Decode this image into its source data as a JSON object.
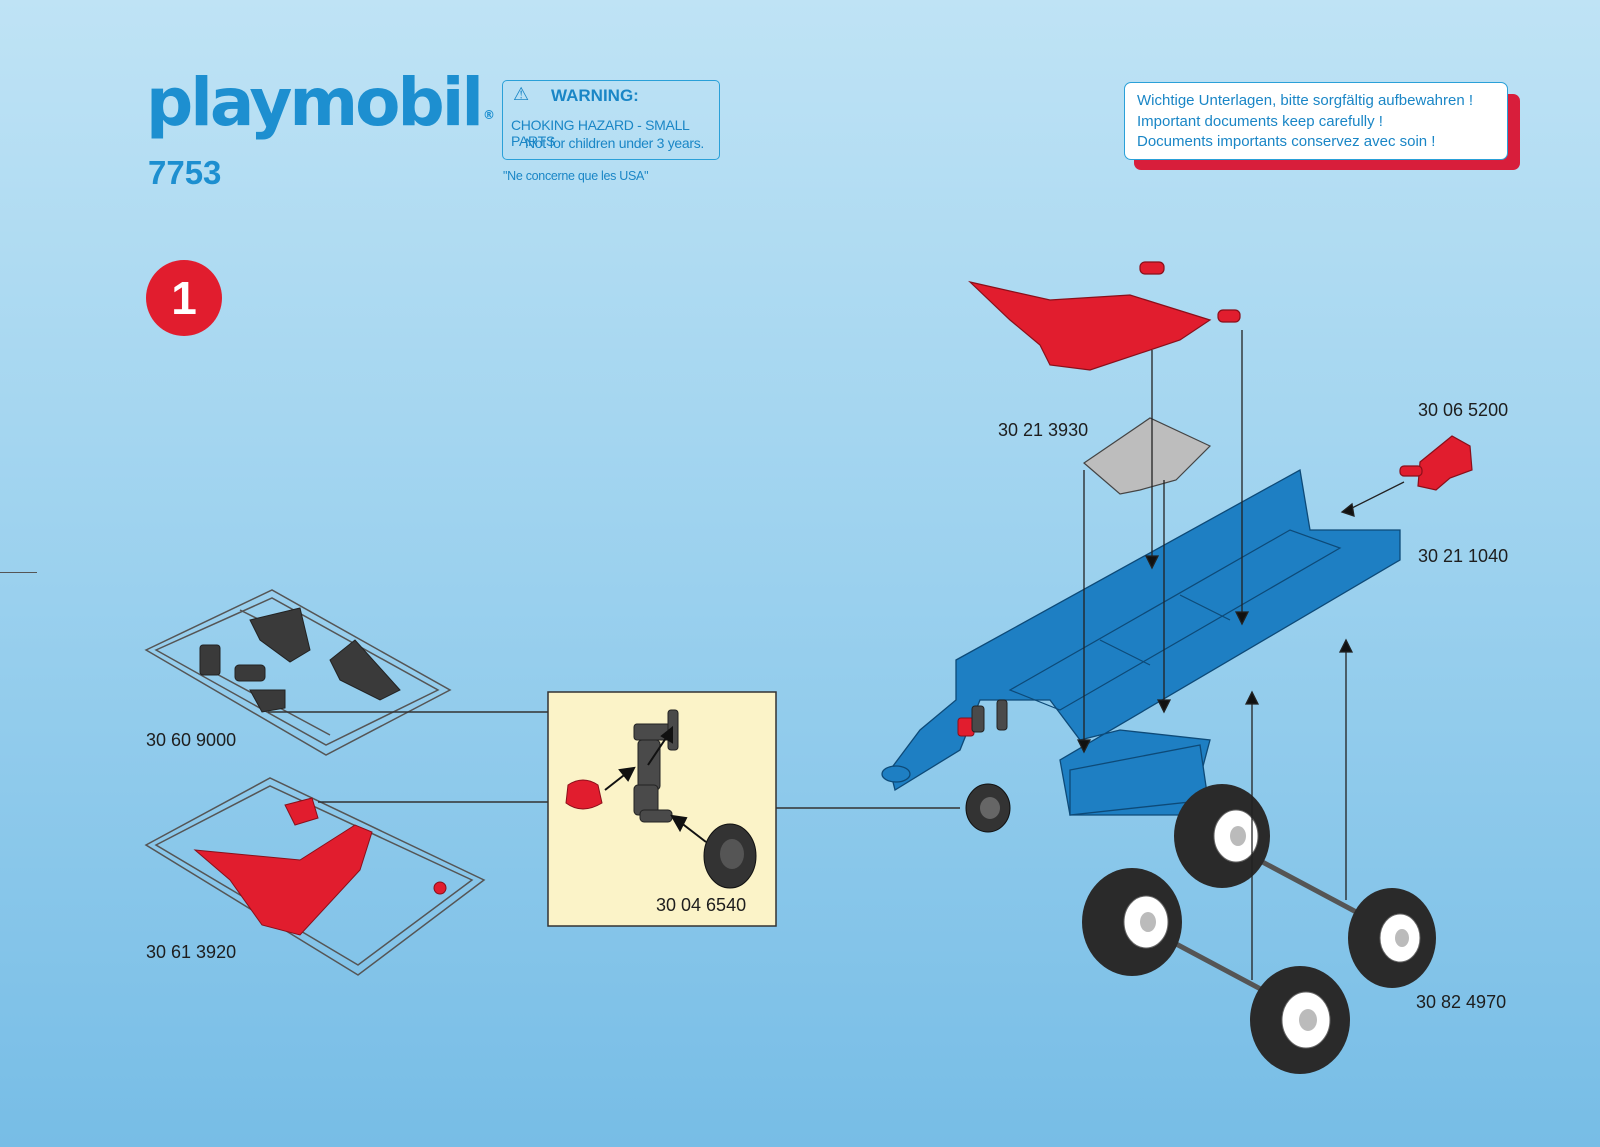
{
  "header": {
    "brand": "playmobil",
    "brand_mark": "®",
    "model_number": "7753"
  },
  "warning": {
    "icon": "warning-triangle-icon",
    "title": "WARNING:",
    "line1": "CHOKING HAZARD - SMALL PARTS",
    "line2": "Not for children under 3 years.",
    "usa_note": "\"Ne concerne que les USA\""
  },
  "notice": {
    "lines": [
      "Wichtige Unterlagen, bitte sorgfältig aufbewahren !",
      "Important documents keep carefully !",
      "Documents importants conservez avec soin !"
    ]
  },
  "step": {
    "number": "1"
  },
  "parts": {
    "sprue_black": "30 60 9000",
    "sprue_red": "30 61 3920",
    "wheel_small": "30 04 6540",
    "top_ramp": "30 21 3930",
    "hitch": "30 06 5200",
    "frame": "30 21 1040",
    "wheel_set": "30 82 4970"
  },
  "colors": {
    "frame_blue": "#1e7fc3",
    "part_red": "#e11d2e",
    "part_black": "#3a3a3a",
    "detail_bg": "#fbf3c8",
    "brand_blue": "#1d8fd0"
  }
}
